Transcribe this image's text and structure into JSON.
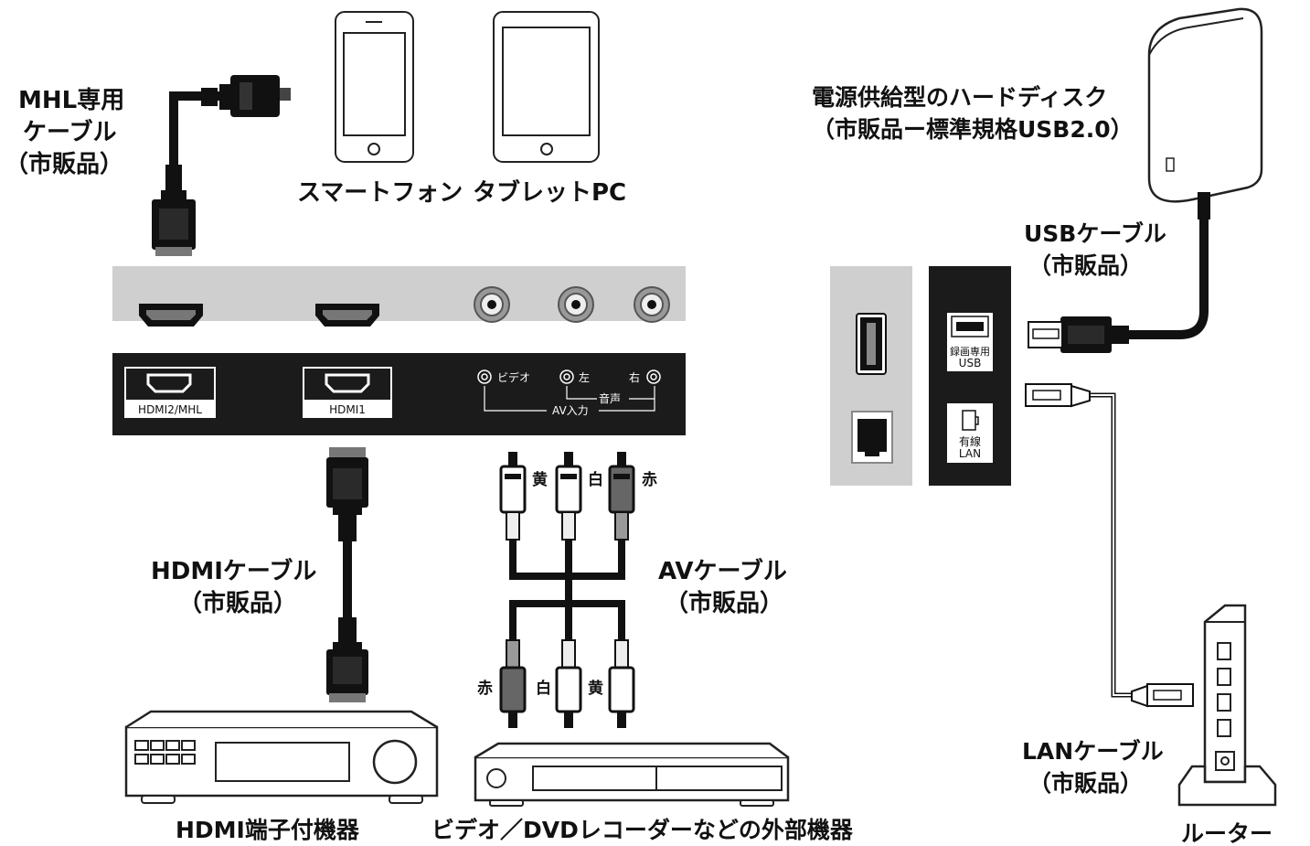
{
  "labels": {
    "mhl_cable_1": "MHL専用",
    "mhl_cable_2": "ケーブル",
    "mhl_cable_3": "（市販品）",
    "smartphone": "スマートフォン",
    "tablet": "タブレットPC",
    "hdd_1": "電源供給型のハードディスク",
    "hdd_2": "（市販品ー標準規格USB2.0）",
    "usb_cable_1": "USBケーブル",
    "usb_cable_2": "（市販品）",
    "hdmi_cable_1": "HDMIケーブル",
    "hdmi_cable_2": "（市販品）",
    "av_cable_1": "AVケーブル",
    "av_cable_2": "（市販品）",
    "lan_cable_1": "LANケーブル",
    "lan_cable_2": "（市販品）",
    "hdmi_device": "HDMI端子付機器",
    "video_device": "ビデオ／DVDレコーダーなどの外部機器",
    "router": "ルーター"
  },
  "panel": {
    "hdmi2_mhl": "HDMI2/MHL",
    "hdmi1": "HDMI1",
    "video": "ビデオ",
    "left": "左",
    "right": "右",
    "audio": "音声",
    "av_in": "AV入力",
    "rec_usb_1": "録画専用",
    "rec_usb_2": "USB",
    "lan_1": "有線",
    "lan_2": "LAN"
  },
  "plug_colors": {
    "top_yellow": "黄",
    "top_white": "白",
    "top_red": "赤",
    "bottom_red": "赤",
    "bottom_white": "白",
    "bottom_yellow": "黄"
  }
}
